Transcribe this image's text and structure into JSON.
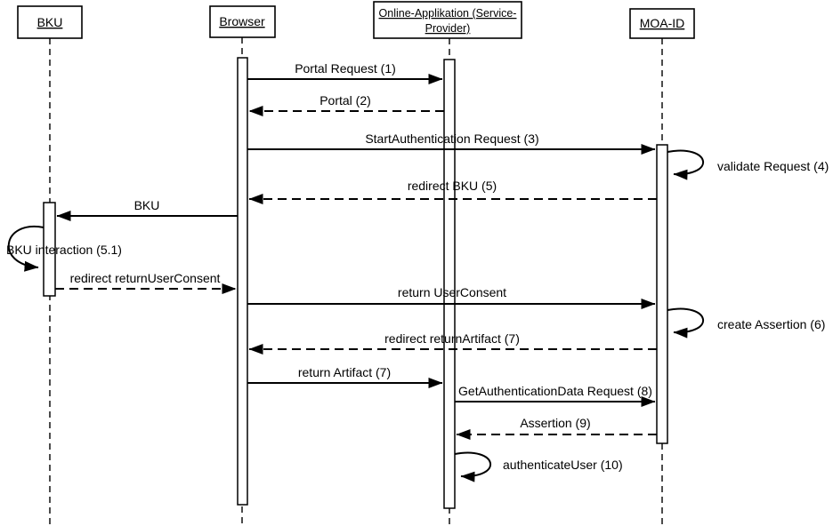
{
  "colors": {
    "ink": "#000000",
    "background": "#ffffff"
  },
  "participants": [
    {
      "id": "bku",
      "label": "BKU"
    },
    {
      "id": "browser",
      "label": "Browser"
    },
    {
      "id": "online-applikation",
      "label_line1": "Online-Applikation (Service-",
      "label_line2": "Provider)"
    },
    {
      "id": "moa-id",
      "label": "MOA-ID"
    }
  ],
  "messages": [
    {
      "label": "Portal Request (1)",
      "from": "Browser",
      "to": "Online-Applikation",
      "line": "solid"
    },
    {
      "label": "Portal (2)",
      "from": "Online-Applikation",
      "to": "Browser",
      "line": "dashed"
    },
    {
      "label": "StartAuthentication Request (3)",
      "from": "Browser",
      "to": "MOA-ID",
      "line": "solid"
    },
    {
      "label": "validate Request (4)",
      "self_on": "MOA-ID",
      "line": "solid"
    },
    {
      "label": "redirect BKU (5)",
      "from": "MOA-ID",
      "to": "Browser",
      "line": "dashed"
    },
    {
      "label": "BKU",
      "from": "Browser",
      "to": "BKU",
      "line": "solid"
    },
    {
      "label": "BKU interaction (5.1)",
      "self_on": "BKU",
      "line": "solid"
    },
    {
      "label": "redirect returnUserConsent",
      "from": "BKU",
      "to": "Browser",
      "line": "dashed"
    },
    {
      "label": "return UserConsent",
      "from": "Browser",
      "to": "MOA-ID",
      "line": "solid"
    },
    {
      "label": "create Assertion (6)",
      "self_on": "MOA-ID",
      "line": "solid"
    },
    {
      "label": "redirect returnArtifact (7)",
      "from": "MOA-ID",
      "to": "Browser",
      "line": "dashed"
    },
    {
      "label": "return Artifact (7)",
      "from": "Browser",
      "to": "Online-Applikation",
      "line": "solid"
    },
    {
      "label": "GetAuthenticationData Request (8)",
      "from": "Online-Applikation",
      "to": "MOA-ID",
      "line": "solid"
    },
    {
      "label": "Assertion (9)",
      "from": "MOA-ID",
      "to": "Online-Applikation",
      "line": "dashed"
    },
    {
      "label": "authenticateUser (10)",
      "self_on": "Online-Applikation",
      "line": "solid"
    }
  ]
}
